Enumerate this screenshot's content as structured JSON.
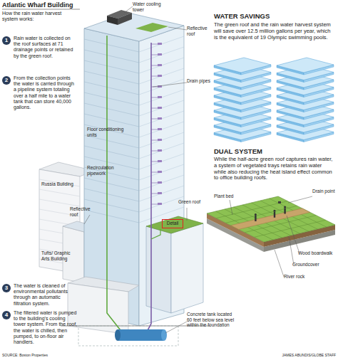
{
  "diagram": {
    "title": "Atlantic Wharf Building",
    "nodes": [
      {
        "text": [
          "1"
        ]
      },
      {
        "text": [
          "2"
        ]
      },
      {
        "text": [
          "3"
        ]
      },
      {
        "text": [
          "4"
        ]
      },
      {
        "text": [
          "Detail"
        ]
      }
    ],
    "labels": [
      "How the rain water harvest system works:",
      "Rain water is collected on the roof surfaces at 71 drainage points or retained by the green roof.",
      "From the collection points the water is carried through a pipeline system totaling over a half mile to a water tank that can store 40,000 gallons.",
      "The water is cleaned of environmental pollutants through an automatic filtration system.",
      "The filtered water is pumped to the building's cooling tower system. From the roof, the water is chilled, then pumped, to on-floor air handlers.",
      "Water cooling tower",
      "Reflective roof",
      "Drain pipes",
      "Floor conditioning units",
      "Recirculation pipework",
      "Reflective roof",
      "Russia Building",
      "Green roof",
      "Tufts/ Graphic Arts Building",
      "Concrete tank located 60 feet below sea level within the foundation",
      "WATER SAVINGS",
      "The green roof and the rain water harvest system will save over 12.5 million gallons per year, which is the equivalent of 19 Olympic swimming pools.",
      "DUAL SYSTEM",
      "While the half-acre green roof captures rain water, a system of vegetated trays retains rain water while also reducing the heat island effect common to office building roofs.",
      "Plant bed",
      "Drain point",
      "Wood boardwalk",
      "Groundcover",
      "River rock",
      "SOURCE: Boston Properties",
      "JAMES ABUNDIS/GLOBE STAFF"
    ]
  }
}
